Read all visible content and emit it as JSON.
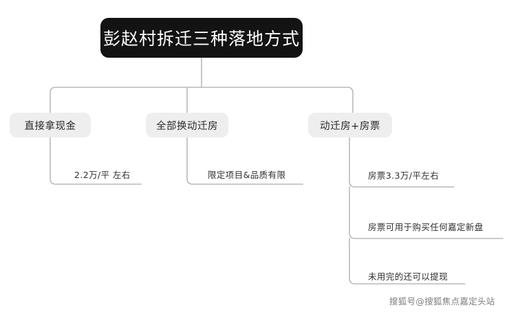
{
  "diagram": {
    "type": "tree-mindmap",
    "root": {
      "label": "彭赵村拆迁三种落地方式",
      "background_color": "#131313",
      "text_color": "#ffffff"
    },
    "branch_background_color": "#eeeeee",
    "connector_color": "#b9b9b9",
    "branches": [
      {
        "id": "cash",
        "label": "直接拿现金",
        "details": [
          {
            "text": "2.2万/平 左右"
          }
        ]
      },
      {
        "id": "relocation-house",
        "label": "全部换动迁房",
        "details": [
          {
            "text": "限定项目&品质有限"
          }
        ]
      },
      {
        "id": "house-plus-voucher",
        "label": "动迁房+房票",
        "details": [
          {
            "text": "房票3.3万/平左右"
          },
          {
            "text": "房票可用于购买任何嘉定新盘"
          },
          {
            "text": "未用完的还可以提现"
          }
        ]
      }
    ]
  },
  "watermark": {
    "text": "搜狐号@搜狐焦点嘉定头站"
  }
}
